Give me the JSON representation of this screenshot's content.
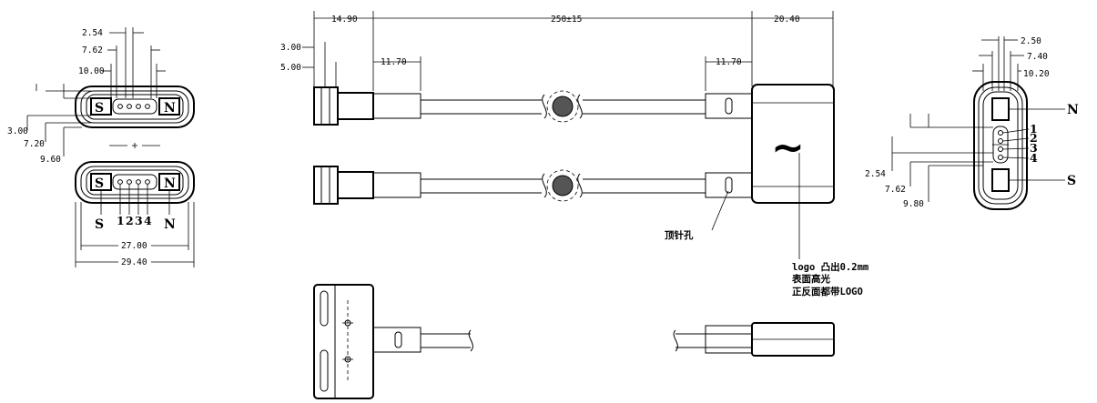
{
  "left_view": {
    "dims": [
      "2.54",
      "7.62",
      "10.00",
      "3.00",
      "7.20",
      "9.60",
      "27.00",
      "29.40"
    ],
    "plate_labels": [
      "S",
      "N"
    ],
    "bottom_labels": [
      "S",
      "1",
      "2",
      "3",
      "4",
      "N"
    ]
  },
  "top_view": {
    "dims": [
      "14.90",
      "250±15",
      "20.40",
      "3.00",
      "5.00",
      "11.70",
      "11.70"
    ],
    "logo_symbol": "~",
    "callout_pin": "顶针孔",
    "notes": [
      "logo 凸出0.2mm",
      "表面高光",
      "正反面都带LOGO"
    ]
  },
  "right_view": {
    "dims": [
      "2.50",
      "7.40",
      "10.20",
      "2.54",
      "7.62",
      "9.80"
    ],
    "pin_labels": [
      "1",
      "2",
      "3",
      "4"
    ],
    "side_labels": [
      "N",
      "S"
    ]
  }
}
